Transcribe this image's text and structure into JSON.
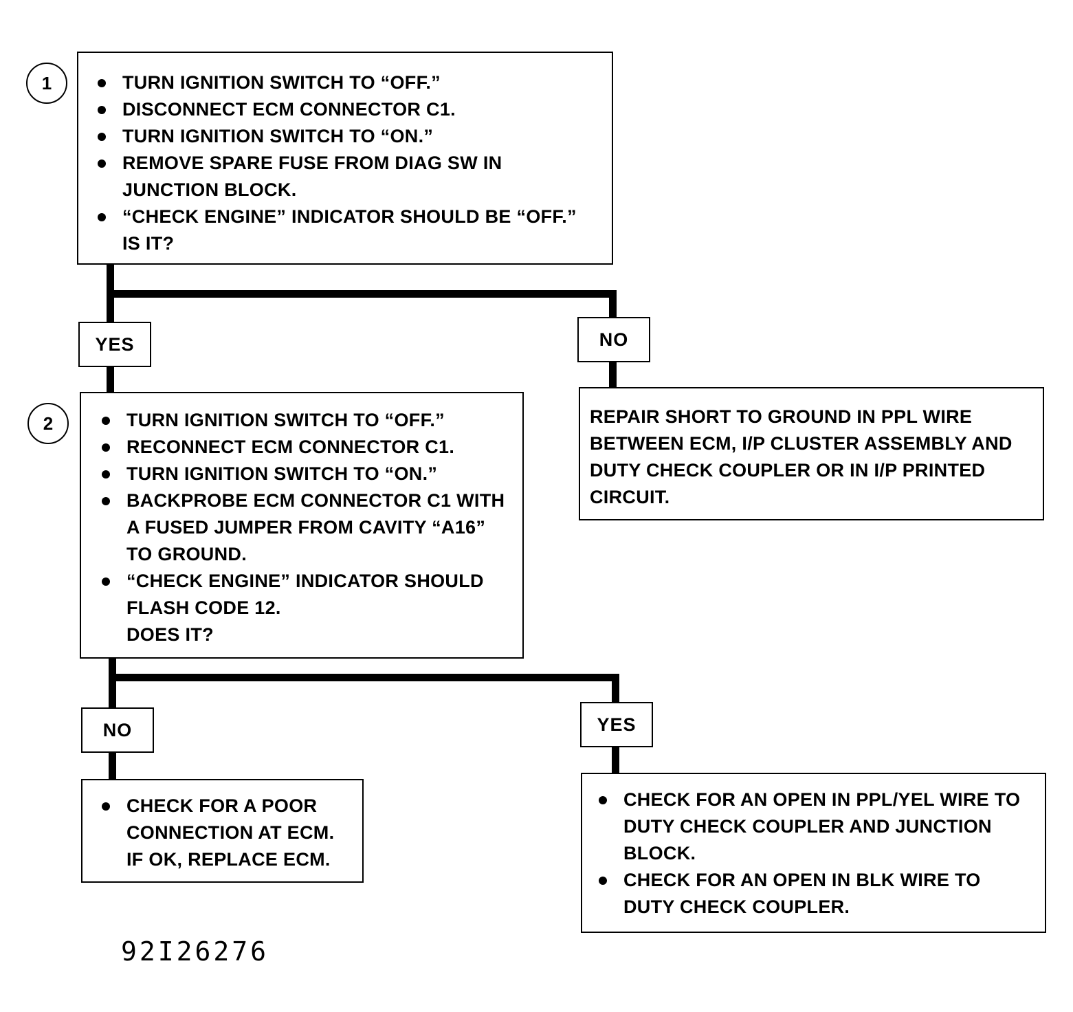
{
  "step1": {
    "number": "1",
    "items": [
      {
        "lines": [
          "TURN IGNITION SWITCH TO  “OFF.”"
        ]
      },
      {
        "lines": [
          "DISCONNECT ECM CONNECTOR C1."
        ]
      },
      {
        "lines": [
          "TURN IGNITION SWITCH TO “ON.”"
        ]
      },
      {
        "lines": [
          "REMOVE SPARE FUSE FROM DIAG SW IN",
          "JUNCTION BLOCK."
        ]
      },
      {
        "lines": [
          "“CHECK ENGINE” INDICATOR SHOULD BE “OFF.”",
          "IS IT?"
        ]
      }
    ]
  },
  "branch1": {
    "yes": "YES",
    "no": "NO"
  },
  "no1_result": {
    "lines": [
      "REPAIR SHORT TO GROUND IN PPL WIRE",
      "BETWEEN ECM, I/P CLUSTER ASSEMBLY AND",
      "DUTY CHECK COUPLER OR IN I/P PRINTED",
      "CIRCUIT."
    ]
  },
  "step2": {
    "number": "2",
    "items": [
      {
        "lines": [
          "TURN IGNITION SWITCH TO “OFF.”"
        ]
      },
      {
        "lines": [
          "RECONNECT ECM CONNECTOR C1."
        ]
      },
      {
        "lines": [
          "TURN IGNITION SWITCH TO “ON.”"
        ]
      },
      {
        "lines": [
          "BACKPROBE ECM CONNECTOR C1 WITH",
          "A FUSED JUMPER FROM CAVITY  “A16”",
          "TO GROUND."
        ]
      },
      {
        "lines": [
          "“CHECK ENGINE” INDICATOR SHOULD",
          "FLASH CODE 12.",
          "DOES IT?"
        ]
      }
    ]
  },
  "branch2": {
    "no": "NO",
    "yes": "YES"
  },
  "no2_result": {
    "items": [
      {
        "lines": [
          "CHECK FOR A POOR",
          "CONNECTION AT ECM.",
          "IF OK, REPLACE ECM."
        ]
      }
    ]
  },
  "yes2_result": {
    "items": [
      {
        "lines": [
          "CHECK FOR AN OPEN IN PPL/YEL WIRE TO",
          "DUTY CHECK COUPLER AND JUNCTION",
          "BLOCK."
        ]
      },
      {
        "lines": [
          "CHECK FOR AN OPEN IN BLK WIRE TO",
          "DUTY CHECK COUPLER."
        ]
      }
    ]
  },
  "figure_id": "92I26276"
}
